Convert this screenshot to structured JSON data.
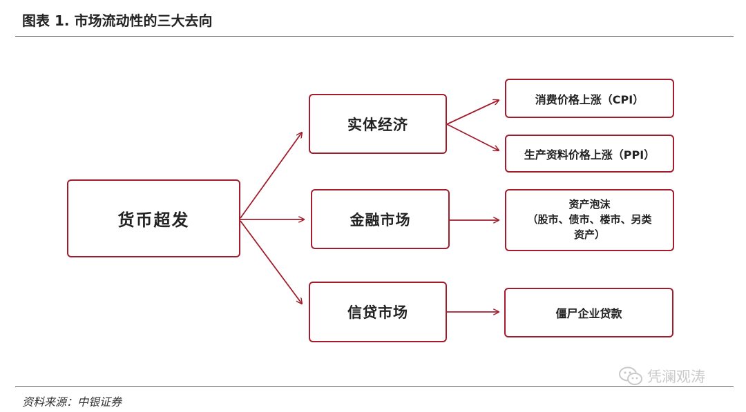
{
  "header": {
    "title": "图表 1. 市场流动性的三大去向"
  },
  "diagram": {
    "root": "货币超发",
    "branches": [
      {
        "label": "实体经济",
        "outcomes": [
          "消费价格上涨（CPI）",
          "生产资料价格上涨（PPI）"
        ]
      },
      {
        "label": "金融市场",
        "outcome_lines": [
          "资产泡沫",
          "（股市、债市、楼市、另类",
          "资产）"
        ]
      },
      {
        "label": "信贷市场",
        "outcomes": [
          "僵尸企业贷款"
        ]
      }
    ],
    "colors": {
      "accent": "#a31c2c",
      "text": "#222222",
      "rule": "#555555"
    }
  },
  "footer": {
    "source": "资料来源：中银证券",
    "watermark": "凭澜观涛",
    "watermark_icon": "wechat-icon"
  }
}
